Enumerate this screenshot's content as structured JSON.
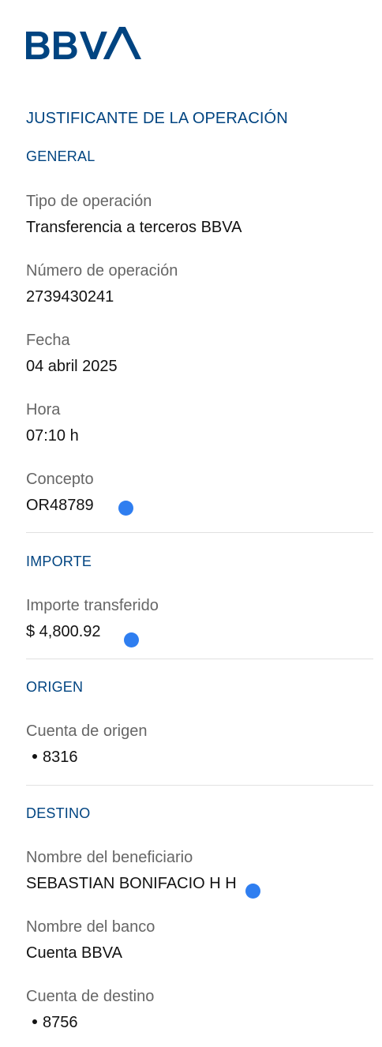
{
  "brand": {
    "logo_text": "BBVA",
    "color": "#004481"
  },
  "receipt": {
    "title": "JUSTIFICANTE DE LA OPERACIÓN"
  },
  "general": {
    "heading": "GENERAL",
    "tipo_label": "Tipo de operación",
    "tipo_value": "Transferencia a terceros BBVA",
    "numero_label": "Número de operación",
    "numero_value": "2739430241",
    "fecha_label": "Fecha",
    "fecha_value": "04 abril 2025",
    "hora_label": "Hora",
    "hora_value": "07:10 h",
    "concepto_label": "Concepto",
    "concepto_value": "OR48789"
  },
  "importe": {
    "heading": "IMPORTE",
    "transferido_label": "Importe transferido",
    "transferido_value": "$ 4,800.92"
  },
  "origen": {
    "heading": "ORIGEN",
    "cuenta_label": "Cuenta de origen",
    "cuenta_value": "8316"
  },
  "destino": {
    "heading": "DESTINO",
    "beneficiario_label": "Nombre del beneficiario",
    "beneficiario_value": "SEBASTIAN BONIFACIO H H",
    "banco_label": "Nombre del banco",
    "banco_value": "Cuenta BBVA",
    "cuenta_label": "Cuenta de destino",
    "cuenta_value": "8756"
  },
  "colors": {
    "heading": "#004481",
    "label": "#666666",
    "value": "#121212",
    "marker_dot": "#2f7ef0",
    "divider": "#e1e1e1"
  }
}
